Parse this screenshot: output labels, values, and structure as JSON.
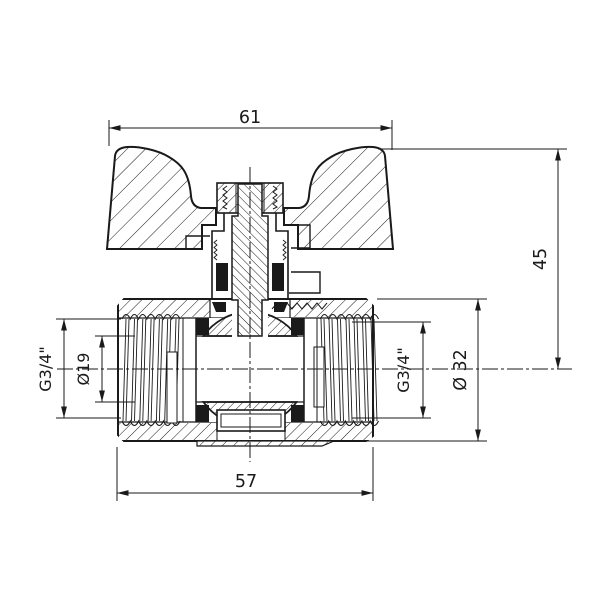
{
  "drawing": {
    "type": "engineering-cross-section",
    "subject": "ball-valve-with-butterfly-handle",
    "background": "#ffffff",
    "line_color": "#1a1a1a",
    "labels": {
      "top_width": "61",
      "side_height": "45",
      "bottom_width": "57",
      "outer_diameter": "Ø 32",
      "bore_diameter": "Ø19",
      "thread_left": "G3/4\"",
      "thread_right": "G3/4\""
    }
  }
}
